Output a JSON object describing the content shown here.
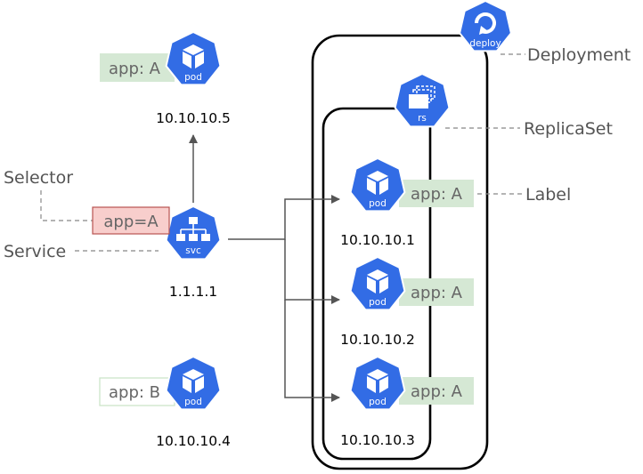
{
  "colors": {
    "k8s_blue": "#326ce5",
    "label_green_fill": "#d5e8d4",
    "selector_red_fill": "#f8cecc",
    "selector_red_stroke": "#b85450",
    "outline_black": "#000000",
    "connector_gray": "#555555",
    "callout_gray": "#888888"
  },
  "icons": {
    "deploy_icon": {
      "name": "rotate-arrow-icon",
      "caption": "deploy"
    },
    "rs_icon": {
      "name": "stacked-pages-icon",
      "caption": "rs"
    },
    "svc_icon": {
      "name": "network-tree-icon",
      "caption": "svc"
    },
    "pod_caption": "pod"
  },
  "callouts": {
    "deployment": "Deployment",
    "replicaset": "ReplicaSet",
    "label": "Label",
    "selector": "Selector",
    "service": "Service"
  },
  "service": {
    "selector_tag": "app=A",
    "ip": "1.1.1.1"
  },
  "pods": {
    "top": {
      "tag": "app: A",
      "ip": "10.10.10.5"
    },
    "bottom": {
      "tag": "app: B",
      "ip": "10.10.10.4"
    },
    "replicas": [
      {
        "tag": "app: A",
        "ip": "10.10.10.1"
      },
      {
        "tag": "app: A",
        "ip": "10.10.10.2"
      },
      {
        "tag": "app: A",
        "ip": "10.10.10.3"
      }
    ]
  }
}
